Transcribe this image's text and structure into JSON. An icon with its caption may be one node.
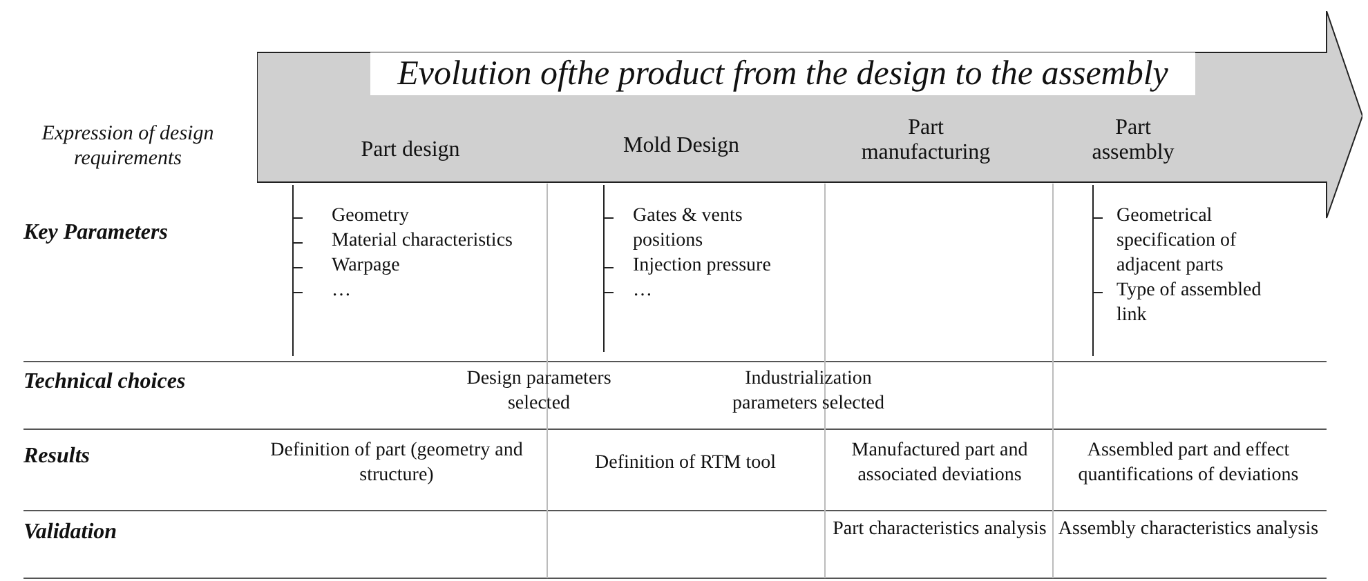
{
  "diagram": {
    "nodes": [
      {
        "text": [
          "Evolution ofthe product from the design to the assembly",
          "Part design",
          "Mold Design",
          "Part manufacturing",
          "Part assembly"
        ]
      }
    ],
    "labels": [
      "Expression of design requirements",
      "Key Parameters",
      "Geometry",
      "Material characteristics",
      "Warpage",
      "…",
      "Gates & vents positions",
      "Injection pressure",
      "…",
      "Geometrical specification of adjacent parts",
      "Type of assembled link",
      "Technical choices",
      "Design parameters selected",
      "Industrialization parameters selected",
      "Results",
      "Definition of part (geometry and structure)",
      "Definition of RTM tool",
      "Manufactured part and associated deviations",
      "Assembled part and effect quantifications of deviations",
      "Validation",
      "Part characteristics analysis",
      "Assembly characteristics analysis"
    ]
  }
}
